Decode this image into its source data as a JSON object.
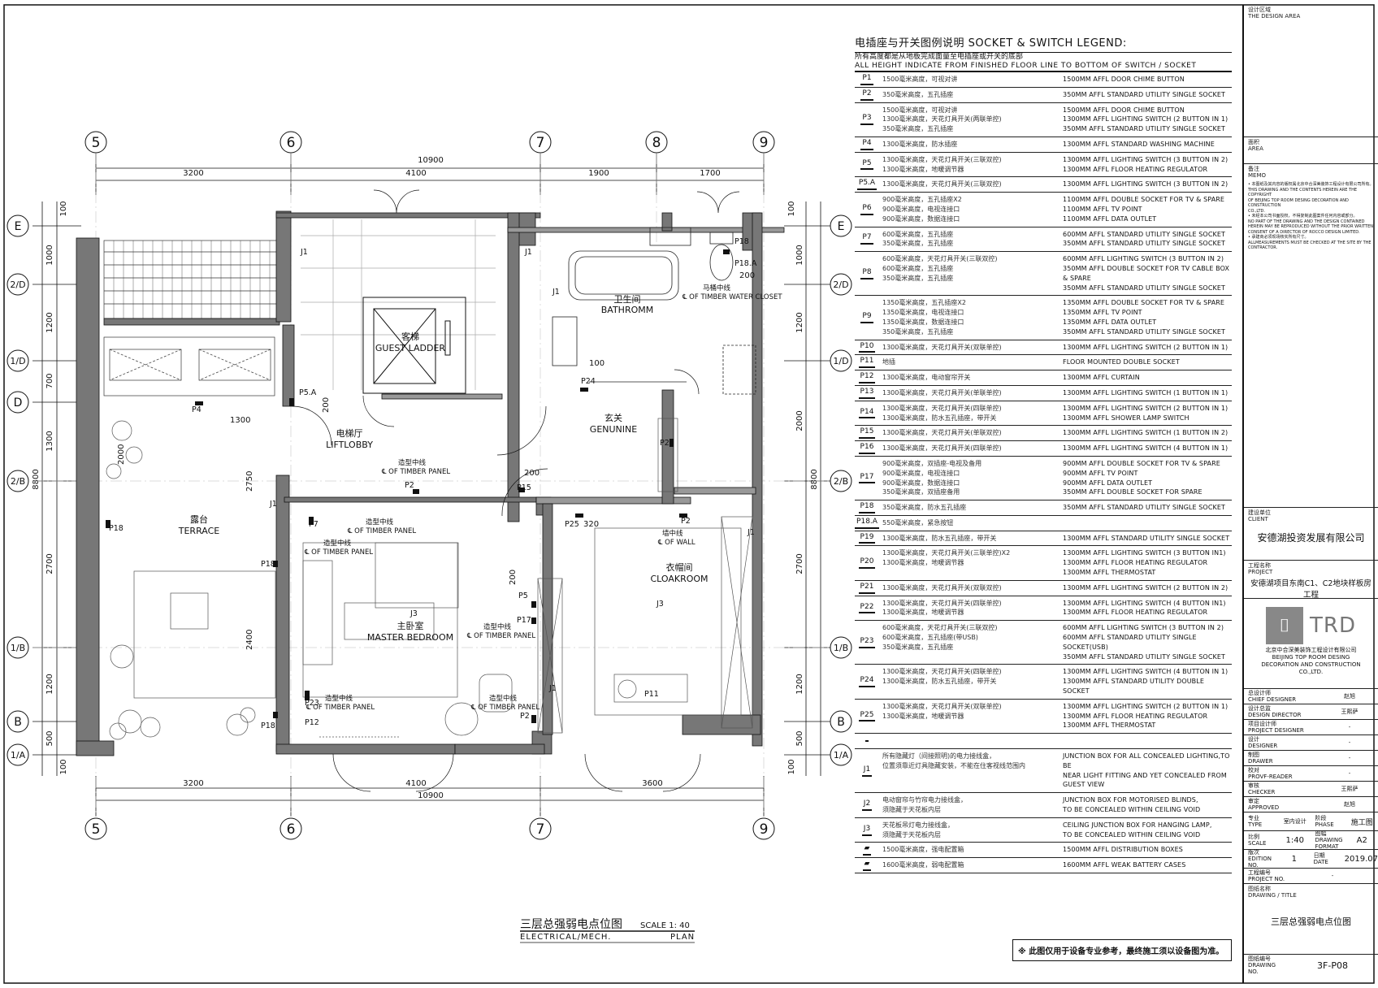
{
  "plan": {
    "title_cn": "三层总强弱电点位图",
    "scale": "SCALE 1: 40",
    "title_en_left": "ELECTRICAL/MECH.",
    "title_en_right": "PLAN",
    "axes_top": [
      "5",
      "6",
      "7",
      "8",
      "9"
    ],
    "axes_bottom": [
      "5",
      "6",
      "7",
      "9"
    ],
    "axes_left": [
      "E",
      "2/D",
      "1/D",
      "D",
      "2/B",
      "1/B",
      "B",
      "1/A"
    ],
    "axes_right": [
      "E",
      "2/D",
      "1/D",
      "2/B",
      "1/B",
      "B",
      "1/A"
    ],
    "dims_top_total": "10900",
    "dims_top": [
      "3200",
      "4100",
      "1900",
      "1700"
    ],
    "dims_bottom_total": "10900",
    "dims_bottom": [
      "3200",
      "4100",
      "3600"
    ],
    "dims_left_total": "8800",
    "dims_left": [
      "100",
      "1000",
      "1200",
      "700",
      "1300",
      "2000",
      "2700",
      "2400",
      "1200",
      "500",
      "100"
    ],
    "dims_right_total": "8800",
    "dims_right": [
      "100",
      "1000",
      "1200",
      "2000",
      "2700",
      "1200",
      "500",
      "100"
    ],
    "rooms": [
      {
        "cn": "露台",
        "en": "TERRACE"
      },
      {
        "cn": "客梯",
        "en": "GUEST LADDER"
      },
      {
        "cn": "电梯厅",
        "en": "LIFTLOBBY"
      },
      {
        "cn": "卫生间",
        "en": "BATHROMM"
      },
      {
        "cn": "玄关",
        "en": "GENUNINE"
      },
      {
        "cn": "主卧室",
        "en": "MASTER BEDROOM"
      },
      {
        "cn": "衣帽间",
        "en": "CLOAKROOM"
      }
    ],
    "annotations": {
      "closet_cn": "马桶中线",
      "closet_en": "℄ OF TIMBER WATER CLOSET",
      "panel_cn": "造型中线",
      "panel_en": "℄ OF TIMBER PANEL",
      "wall_cn": "墙中线",
      "wall_en": "℄ OF WALL",
      "d1300": "1300",
      "d2000": "2000",
      "d2750": "2750",
      "d2400": "2400",
      "d200": "200",
      "d100": "100",
      "d320": "320"
    },
    "tags": {
      "P2": "P2",
      "P4": "P4",
      "P5": "P5",
      "P5A": "P5.A",
      "P7": "P7",
      "P11": "P11",
      "P12": "P12",
      "P15": "P15",
      "P17": "P17",
      "P18": "P18",
      "P18A": "P18.A",
      "P23": "P23",
      "P24": "P24",
      "P25": "P25",
      "J1": "J1",
      "J3": "J3"
    }
  },
  "legend": {
    "title": "电插座与开关图例说明 SOCKET & SWITCH LEGEND:",
    "note_cn": "所有高度都是从地板完成面量至电插座或开关的底部",
    "note_en": "ALL HEIGHT INDICATE FROM FINISHED FLOOR LINE TO BOTTOM OF SWITCH / SOCKET",
    "rows": [
      {
        "code": "P1",
        "cn": [
          "1500毫米高度，可视对讲"
        ],
        "en": [
          "1500MM AFFL DOOR CHIME BUTTON"
        ]
      },
      {
        "code": "P2",
        "cn": [
          "350毫米高度，五孔插座"
        ],
        "en": [
          "350MM AFFL STANDARD UTILITY SINGLE SOCKET"
        ]
      },
      {
        "code": "P3",
        "cn": [
          "1500毫米高度，可视对讲",
          "1300毫米高度，天花灯具开关(两联单控)",
          "350毫米高度，五孔插座"
        ],
        "en": [
          "1500MM AFFL DOOR CHIME BUTTON",
          "1300MM AFFL LIGHTING SWITCH (2 BUTTON IN 1)",
          "350MM AFFL STANDARD UTILITY SINGLE SOCKET"
        ]
      },
      {
        "code": "P4",
        "cn": [
          "1300毫米高度，防水插座"
        ],
        "en": [
          "1300MM AFFL STANDARD WASHING MACHINE"
        ]
      },
      {
        "code": "P5",
        "cn": [
          "1300毫米高度，天花灯具开关(三联双控)",
          "1300毫米高度，地暖调节器"
        ],
        "en": [
          "1300MM AFFL LIGHTING SWITCH (3 BUTTON IN 2)",
          "1300MM AFFL FLOOR HEATING REGULATOR"
        ]
      },
      {
        "code": "P5.A",
        "cn": [
          "1300毫米高度，天花灯具开关(三联双控)"
        ],
        "en": [
          "1300MM AFFL LIGHTING SWITCH (3 BUTTON IN 2)"
        ]
      },
      {
        "code": "P6",
        "cn": [
          "900毫米高度，五孔插座X2",
          "900毫米高度，电视连接口",
          "900毫米高度，数据连接口"
        ],
        "en": [
          "1100MM AFFL DOUBLE SOCKET FOR TV & SPARE",
          "1100MM AFFL TV POINT",
          "1100MM AFFL DATA OUTLET"
        ]
      },
      {
        "code": "P7",
        "cn": [
          "600毫米高度，五孔插座",
          "350毫米高度，五孔插座"
        ],
        "en": [
          "600MM AFFL STANDARD UTILITY SINGLE SOCKET",
          "350MM AFFL STANDARD UTILITY SINGLE SOCKET"
        ]
      },
      {
        "code": "P8",
        "cn": [
          "600毫米高度，天花灯具开关(三联双控)",
          "600毫米高度，五孔插座",
          "350毫米高度，五孔插座"
        ],
        "en": [
          "600MM AFFL LIGHTING SWITCH (3 BUTTON IN 2)",
          "350MM AFFL DOUBLE SOCKET FOR TV CABLE BOX & SPARE",
          "350MM AFFL STANDARD UTILITY SINGLE SOCKET"
        ]
      },
      {
        "code": "P9",
        "cn": [
          "1350毫米高度，五孔插座X2",
          "1350毫米高度，电视连接口",
          "1350毫米高度，数据连接口",
          "350毫米高度，五孔插座"
        ],
        "en": [
          "1350MM AFFL DOUBLE SOCKET FOR TV & SPARE",
          "1350MM AFFL TV POINT",
          "1350MM AFFL DATA OUTLET",
          "350MM AFFL STANDARD UTILITY SINGLE SOCKET"
        ]
      },
      {
        "code": "P10",
        "cn": [
          "1300毫米高度，天花灯具开关(双联单控)"
        ],
        "en": [
          "1300MM AFFL LIGHTING SWITCH (2 BUTTON IN 1)"
        ]
      },
      {
        "code": "P11",
        "cn": [
          "地插"
        ],
        "en": [
          "FLOOR MOUNTED DOUBLE SOCKET"
        ]
      },
      {
        "code": "P12",
        "cn": [
          "1300毫米高度，电动窗帘开关"
        ],
        "en": [
          "1300MM AFFL CURTAIN"
        ]
      },
      {
        "code": "P13",
        "cn": [
          "1300毫米高度，天花灯具开关(单联单控)"
        ],
        "en": [
          "1300MM AFFL LIGHTING SWITCH (1 BUTTON IN 1)"
        ]
      },
      {
        "code": "P14",
        "cn": [
          "1300毫米高度，天花灯具开关(四联单控)",
          "1300毫米高度，防水五孔插座，带开关"
        ],
        "en": [
          "1300MM AFFL LIGHTING SWITCH (2 BUTTON IN 1)",
          "1300MM AFFL SHOWER LAMP SWITCH"
        ]
      },
      {
        "code": "P15",
        "cn": [
          "1300毫米高度，天花灯具开关(单联双控)"
        ],
        "en": [
          "1300MM AFFL LIGHTING SWITCH (1 BUTTON IN 2)"
        ]
      },
      {
        "code": "P16",
        "cn": [
          "1300毫米高度，天花灯具开关(四联单控)"
        ],
        "en": [
          "1300MM AFFL LIGHTING SWITCH (4 BUTTON IN 1)"
        ]
      },
      {
        "code": "P17",
        "cn": [
          "900毫米高度，双插座-电视及备用",
          "900毫米高度，电视连接口",
          "900毫米高度，数据连接口",
          "350毫米高度，双插座备用"
        ],
        "en": [
          "900MM AFFL DOUBLE SOCKET FOR TV & SPARE",
          "900MM AFFL TV POINT",
          "900MM AFFL DATA OUTLET",
          "350MM AFFL DOUBLE SOCKET FOR SPARE"
        ]
      },
      {
        "code": "P18",
        "cn": [
          "350毫米高度，防水五孔插座"
        ],
        "en": [
          "350MM AFFL STANDARD UTILITY SINGLE SOCKET"
        ]
      },
      {
        "code": "P18.A",
        "cn": [
          "550毫米高度，紧急按钮"
        ],
        "en": [
          ""
        ]
      },
      {
        "code": "P19",
        "cn": [
          "1300毫米高度，防水五孔插座，带开关"
        ],
        "en": [
          "1300MM AFFL STANDARD UTILITY SINGLE SOCKET"
        ]
      },
      {
        "code": "P20",
        "cn": [
          "1300毫米高度，天花灯具开关(三联单控)X2",
          "1300毫米高度，地暖调节器"
        ],
        "en": [
          "1300MM AFFL LIGHTING SWITCH (3 BUTTON IN1)",
          "1300MM AFFL FLOOR HEATING REGULATOR",
          "1300MM AFFL THERMOSTAT"
        ]
      },
      {
        "code": "P21",
        "cn": [
          "1300毫米高度，天花灯具开关(双联双控)"
        ],
        "en": [
          "1300MM AFFL LIGHTING SWITCH (2 BUTTON IN 2)"
        ]
      },
      {
        "code": "P22",
        "cn": [
          "1300毫米高度，天花灯具开关(四联单控)",
          "1300毫米高度，地暖调节器"
        ],
        "en": [
          "1300MM AFFL LIGHTING SWITCH (4 BUTTON IN1)",
          "1300MM AFFL FLOOR HEATING REGULATOR"
        ]
      },
      {
        "code": "P23",
        "cn": [
          "600毫米高度，天花灯具开关(三联双控)",
          "600毫米高度，五孔插座(带USB)",
          "350毫米高度，五孔插座"
        ],
        "en": [
          "600MM AFFL LIGHTING SWITCH (3 BUTTON IN 2)",
          "600MM AFFL STANDARD UTILITY SINGLE SOCKET(USB)",
          "350MM AFFL STANDARD UTILITY SINGLE SOCKET"
        ]
      },
      {
        "code": "P24",
        "cn": [
          "1300毫米高度，天花灯具开关(四联单控)",
          "1300毫米高度，防水五孔插座，带开关"
        ],
        "en": [
          "1300MM AFFL LIGHTING SWITCH (4 BUTTON IN 1)",
          "1300MM AFFL STANDARD UTILITY DOUBLE SOCKET"
        ]
      },
      {
        "code": "P25",
        "cn": [
          "1300毫米高度，天花灯具开关(双联单控)",
          "1300毫米高度，地暖调节器"
        ],
        "en": [
          "1300MM AFFL LIGHTING SWITCH (2 BUTTON IN 1)",
          "1300MM AFFL FLOOR HEATING REGULATOR",
          "1300MM AFFL THERMOSTAT"
        ]
      },
      {
        "code": "",
        "cn": [
          ""
        ],
        "en": [
          ""
        ]
      },
      {
        "code": "J1",
        "cn": [
          "所有隐藏灯（间接照明)的电力接线盒，",
          "位置须靠近灯具隐藏安装，不能在住客视线范围内"
        ],
        "en": [
          "JUNCTION BOX FOR ALL CONCEALED LIGHTING,TO BE",
          "NEAR LIGHT FITTING AND YET CONCEALED FROM GUEST VIEW"
        ]
      },
      {
        "code": "J2",
        "cn": [
          "电动窗帘与竹帘电力接线盒，",
          "须隐藏于天花板内层"
        ],
        "en": [
          "JUNCTION BOX FOR MOTORISED BLINDS,",
          "TO BE CONCEALED WITHIN CEILING VOID"
        ]
      },
      {
        "code": "J3",
        "cn": [
          "天花板吊灯电力接线盒，",
          "须隐藏于天花板内层"
        ],
        "en": [
          "CEILING JUNCTION BOX FOR HANGING LAMP,",
          "TO BE CONCEALED WITHIN CEILING VOID"
        ]
      },
      {
        "code": "▰",
        "cn": [
          "1500毫米高度，强电配置箱"
        ],
        "en": [
          "1500MM AFFL DISTRIBUTION BOXES"
        ]
      },
      {
        "code": "▰",
        "cn": [
          "1600毫米高度，弱电配置箱"
        ],
        "en": [
          "1600MM AFFL WEAK BATTERY CASES"
        ]
      }
    ],
    "footnote": "※  此图仅用于设备专业参考，最终施工须以设备图为准。"
  },
  "titleblock": {
    "design_area_cn": "设计区域",
    "design_area_en": "THE DESIGN AREA",
    "area_cn": "面积",
    "area_en": "AREA",
    "memo_cn": "备注",
    "memo_en": "MEMO",
    "memo_lines": [
      "• 本图纸及其内容的版权属北京中合深美装饰工程设计有限公司所有。",
      "THIS DRAWING AND THE CONTENTS HEREIN ARE THE COPYRIGHT",
      "OF BEIJING TOP ROOM DESING DECORATION AND CONSTRUCTION",
      "CO.,LTD.",
      "• 未经本公司书面授权，不得复制此图案件任何内容或部分。",
      "NO PART OF THE DRAWING AND THE DESIGN CONTAINED",
      "HEREIN MAY BE REPRODUCED WITHOUT THE PRIOR WRITTEN",
      "CONSENT OF A DIRECTOR OF ROCCO DESIGN LIMITED.",
      "• 承建商必须现场核实所有尺寸。",
      "ALLMEASUREMENTS MUST BE CHECKED AT THE SITE BY THE",
      "CONTRACTOR."
    ],
    "client_cn": "建设单位",
    "client_en": "CLIENT",
    "client_value": "安德湖投资发展有限公司",
    "project_cn": "工程名称",
    "project_en": "PROJECT",
    "project_value": "安德湖项目东南C1、C2地块样板房工程",
    "logo_text": "TRD",
    "company_cn": "北京中合深美装饰工程设计有限公司",
    "company_en": [
      "BEIJING TOP ROOM DESING",
      "DECORATION AND CONSTRUCTION",
      "CO.,LTD."
    ],
    "staff": [
      {
        "cn": "总设计师",
        "en": "CHIEF DESIGNER",
        "value": "赵旭"
      },
      {
        "cn": "设计总监",
        "en": "DESIGN DIRECTOR",
        "value": "王熙萨"
      },
      {
        "cn": "项目设计师",
        "en": "PROJECT DESIGNER",
        "value": "-"
      },
      {
        "cn": "设计",
        "en": "DESIGNER",
        "value": "-"
      },
      {
        "cn": "制图",
        "en": "DRAWER",
        "value": "-"
      },
      {
        "cn": "校对",
        "en": "PROVF-READER",
        "value": "-"
      },
      {
        "cn": "审核",
        "en": "CHECKER",
        "value": "王熙萨"
      },
      {
        "cn": "审定",
        "en": "APPROVED",
        "value": "赵旭"
      }
    ],
    "type_cn": "专业",
    "type_en": "TYPE",
    "type_value": "室内设计",
    "phase_cn": "阶段",
    "phase_en": "PHASE",
    "phase_value": "施工图",
    "scale_cn": "比例",
    "scale_en": "SCALE",
    "scale_value": "1:40",
    "format_cn": "图幅",
    "format_en": "DRAWING FORMAT",
    "format_value": "A2",
    "edition_cn": "版次",
    "edition_en": "EDITION NO.",
    "edition_value": "1",
    "date_cn": "日期",
    "date_en": "DATE",
    "date_value": "2019.07",
    "projno_cn": "工程编号",
    "projno_en": "PROJECT NO.",
    "projno_value": "-",
    "title_cn": "图纸名称",
    "title_en": "DRAWING / TITLE",
    "title_value": "三层总强弱电点位图",
    "drawno_cn": "图纸编号",
    "drawno_en": "DRAWING NO.",
    "drawno_value": "3F-P08"
  }
}
